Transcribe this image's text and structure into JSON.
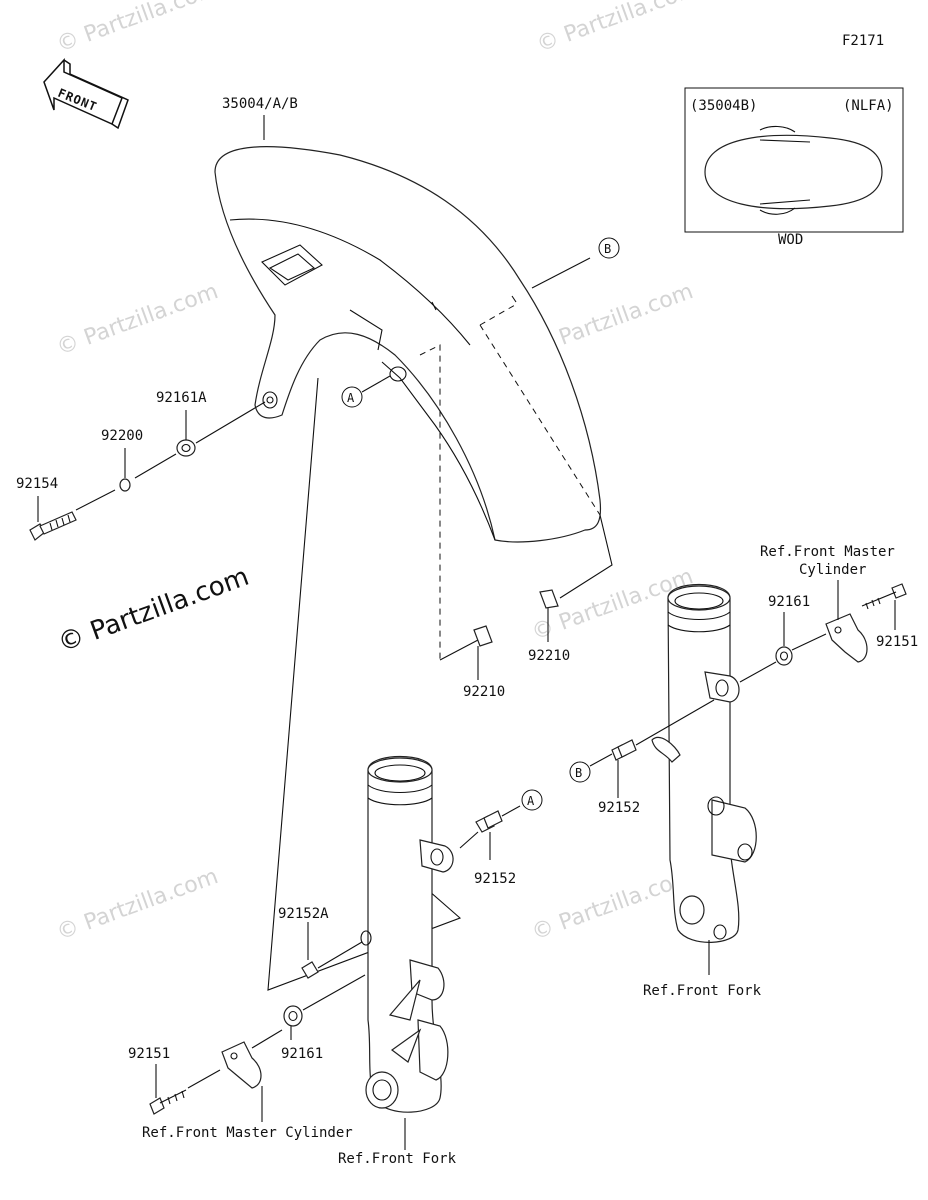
{
  "figure_code": "F2171",
  "front_arrow_label": "FRONT",
  "watermark": "© Partzilla.com",
  "inset": {
    "left_label": "(35004B)",
    "right_label": "(NLFA)",
    "caption": "WOD"
  },
  "labels": {
    "fender": "35004/A/B",
    "p92161A": "92161A",
    "p92200": "92200",
    "p92154": "92154",
    "p92210_a": "92210",
    "p92210_b": "92210",
    "p92161_right": "92161",
    "p92151_right": "92151",
    "p92152_right": "92152",
    "p92152_left": "92152",
    "p92152A": "92152A",
    "p92151_left": "92151",
    "p92161_left": "92161",
    "ref_master_right_1": "Ref.Front Master",
    "ref_master_right_2": "Cylinder",
    "ref_fork_right": "Ref.Front Fork",
    "ref_master_left": "Ref.Front Master Cylinder",
    "ref_fork_left": "Ref.Front Fork"
  },
  "callouts": {
    "A": "A",
    "B": "B"
  }
}
